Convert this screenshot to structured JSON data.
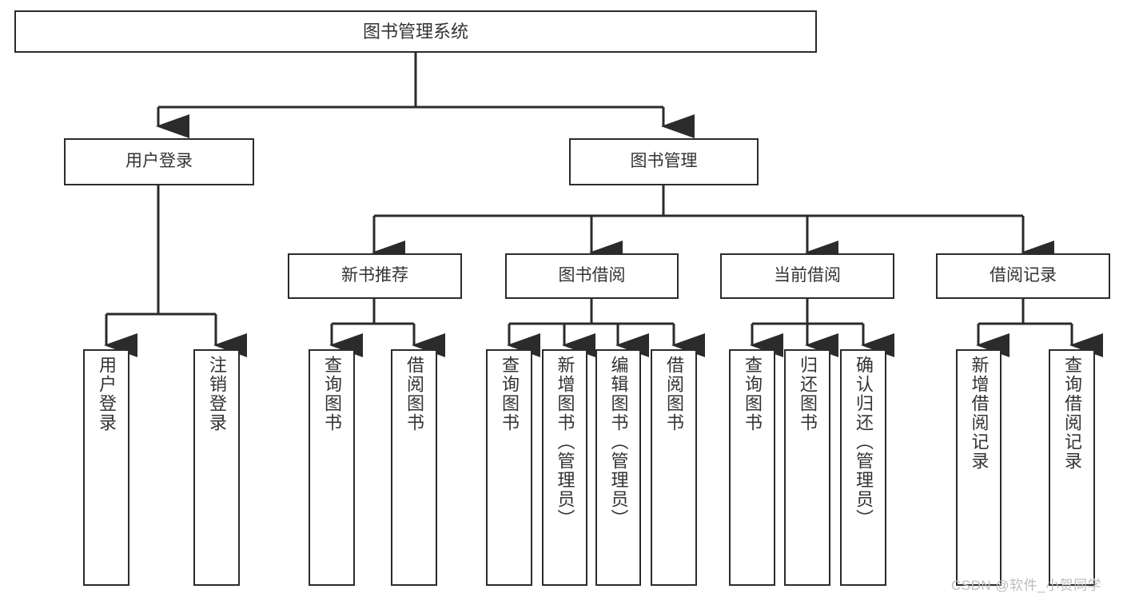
{
  "diagram": {
    "title": "图书管理系统",
    "type": "hierarchy-tree",
    "orientation": "top-down",
    "colors": {
      "box_border": "#2b2b2b",
      "box_fill": "#ffffff",
      "text": "#333333",
      "edge": "#2b2b2b",
      "watermark": "#bdbdbd",
      "background": "#ffffff"
    }
  },
  "nodes": {
    "root": {
      "id": "root",
      "label": "图书管理系统",
      "level": 1
    },
    "level2": [
      {
        "id": "user-login",
        "label": "用户登录",
        "level": 2
      },
      {
        "id": "book-management",
        "label": "图书管理",
        "level": 2
      }
    ],
    "level3": [
      {
        "id": "new-book-recommend",
        "label": "新书推荐",
        "level": 3,
        "parent": "book-management"
      },
      {
        "id": "book-borrow",
        "label": "图书借阅",
        "level": 3,
        "parent": "book-management"
      },
      {
        "id": "current-borrow",
        "label": "当前借阅",
        "level": 3,
        "parent": "book-management"
      },
      {
        "id": "borrow-record",
        "label": "借阅记录",
        "level": 3,
        "parent": "book-management"
      }
    ],
    "leaves": [
      {
        "id": "leaf-user-login",
        "label": "用户登录",
        "parent": "user-login"
      },
      {
        "id": "leaf-logout-login",
        "label": "注销登录",
        "parent": "user-login"
      },
      {
        "id": "leaf-query-book-1",
        "label": "查询图书",
        "parent": "new-book-recommend"
      },
      {
        "id": "leaf-borrow-book-1",
        "label": "借阅图书",
        "parent": "new-book-recommend"
      },
      {
        "id": "leaf-query-book-2",
        "label": "查询图书",
        "parent": "book-borrow"
      },
      {
        "id": "leaf-add-book",
        "label": "新增图书（管理员）",
        "parent": "book-borrow"
      },
      {
        "id": "leaf-edit-book",
        "label": "编辑图书（管理员）",
        "parent": "book-borrow"
      },
      {
        "id": "leaf-borrow-book-2",
        "label": "借阅图书",
        "parent": "book-borrow"
      },
      {
        "id": "leaf-query-book-3",
        "label": "查询图书",
        "parent": "current-borrow"
      },
      {
        "id": "leaf-return-book",
        "label": "归还图书",
        "parent": "current-borrow"
      },
      {
        "id": "leaf-confirm-return",
        "label": "确认归还（管理员）",
        "parent": "current-borrow"
      },
      {
        "id": "leaf-add-record",
        "label": "新增借阅记录",
        "parent": "borrow-record"
      },
      {
        "id": "leaf-query-record",
        "label": "查询借阅记录",
        "parent": "borrow-record"
      }
    ]
  },
  "watermark": {
    "text": "CSDN @软件_小贺同学"
  }
}
